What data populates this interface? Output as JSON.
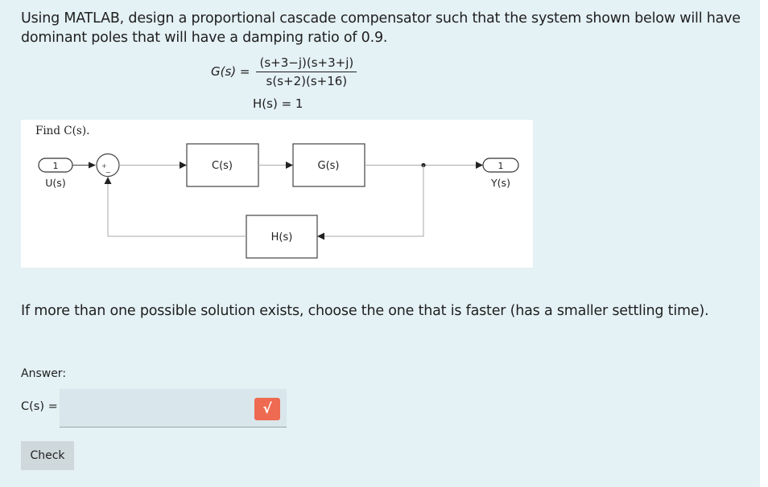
{
  "question": {
    "text": "Using MATLAB, design a proportional cascade compensator such that the system shown below will have dominant poles that will have a damping ratio of 0.9.",
    "g_lhs": "G(s) =",
    "g_numerator": "(s+3−j)(s+3+j)",
    "g_denominator": "s(s+2)(s+16)",
    "h_eq": "H(s) = 1",
    "followup": "If more than one possible solution exists, choose the one that is faster (has a smaller settling time)."
  },
  "diagram": {
    "find_text": "Find C(s).",
    "input_value": "1",
    "input_label": "U(s)",
    "sum_plus": "+",
    "sum_minus": "−",
    "block_c": "C(s)",
    "block_g": "G(s)",
    "block_h": "H(s)",
    "output_value": "1",
    "output_label": "Y(s)"
  },
  "answer": {
    "label": "Answer:",
    "c_label": "C(s) =",
    "input_value": "",
    "input_placeholder": "",
    "sqrt_icon": "√",
    "check_label": "Check"
  },
  "colors": {
    "panel_bg": "#e4f1f5",
    "input_bg": "#d9e7ec",
    "accent": "#ee6a50",
    "button_bg": "#cfd8db"
  }
}
